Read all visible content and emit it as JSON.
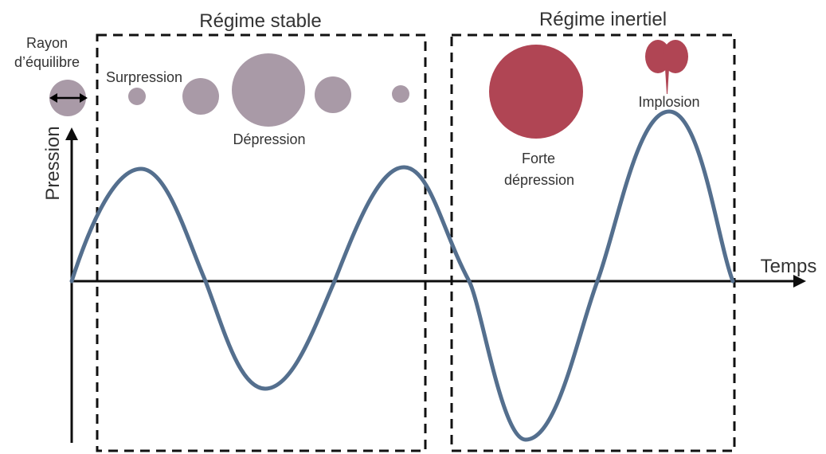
{
  "regions": {
    "stable": {
      "title": "Régime stable"
    },
    "inertial": {
      "title": "Régime inertiel"
    }
  },
  "labels": {
    "equilibrium_radius_line1": "Rayon",
    "equilibrium_radius_line2": "d’équilibre",
    "overpressure": "Surpression",
    "depression": "Dépression",
    "strong_depression_line1": "Forte",
    "strong_depression_line2": "dépression",
    "implosion": "Implosion"
  },
  "axes": {
    "x_label": "Temps",
    "y_label": "Pression"
  },
  "colors": {
    "axis": "#0d0d0d",
    "curve": "#546f8e",
    "stable_bubble": "#a99aa7",
    "inertial_bubble": "#b04554",
    "frame": "#111111"
  },
  "icons": {
    "radius": "double-arrow-icon"
  }
}
